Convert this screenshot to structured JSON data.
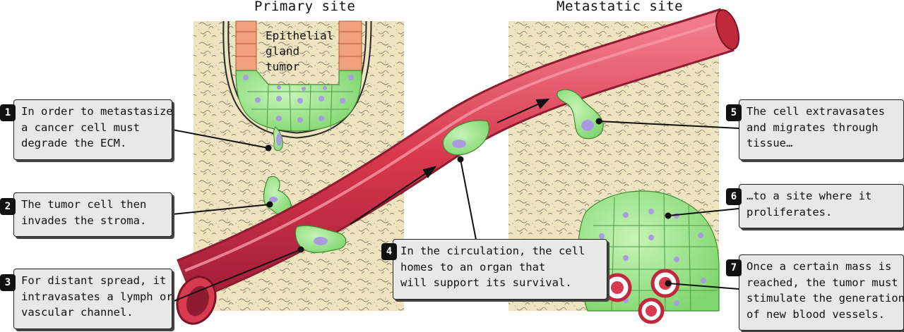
{
  "titles": {
    "primary": "Primary site",
    "metastatic": "Metastatic site"
  },
  "epithelial_label": [
    "Epithelial",
    "gland",
    "tumor"
  ],
  "steps": [
    {
      "number": "1",
      "lines": [
        "In order to metastasize,",
        "a cancer cell must",
        "degrade the ECM."
      ]
    },
    {
      "number": "2",
      "lines": [
        "The tumor cell then",
        "invades the stroma."
      ]
    },
    {
      "number": "3",
      "lines": [
        "For distant spread, it",
        "intravasates a lymph or",
        "vascular channel."
      ]
    },
    {
      "number": "4",
      "lines": [
        "In the circulation, the cell",
        "homes to an organ that",
        "will support its survival."
      ]
    },
    {
      "number": "5",
      "lines": [
        "The cell extravasates",
        "and migrates through",
        "tissue…"
      ]
    },
    {
      "number": "6",
      "lines": [
        "…to a site where it",
        "proliferates."
      ]
    },
    {
      "number": "7",
      "lines": [
        "Once a certain mass is",
        "reached, the tumor must",
        "stimulate the generation",
        "of new blood vessels."
      ]
    }
  ],
  "colors": {
    "stroma": "#efe4c0",
    "tumor": "#9de68e",
    "nucleus": "#a99be0",
    "vessel": "#d83a50",
    "duct": "#f0a07a",
    "callout_bg": "#e8e8e8"
  }
}
